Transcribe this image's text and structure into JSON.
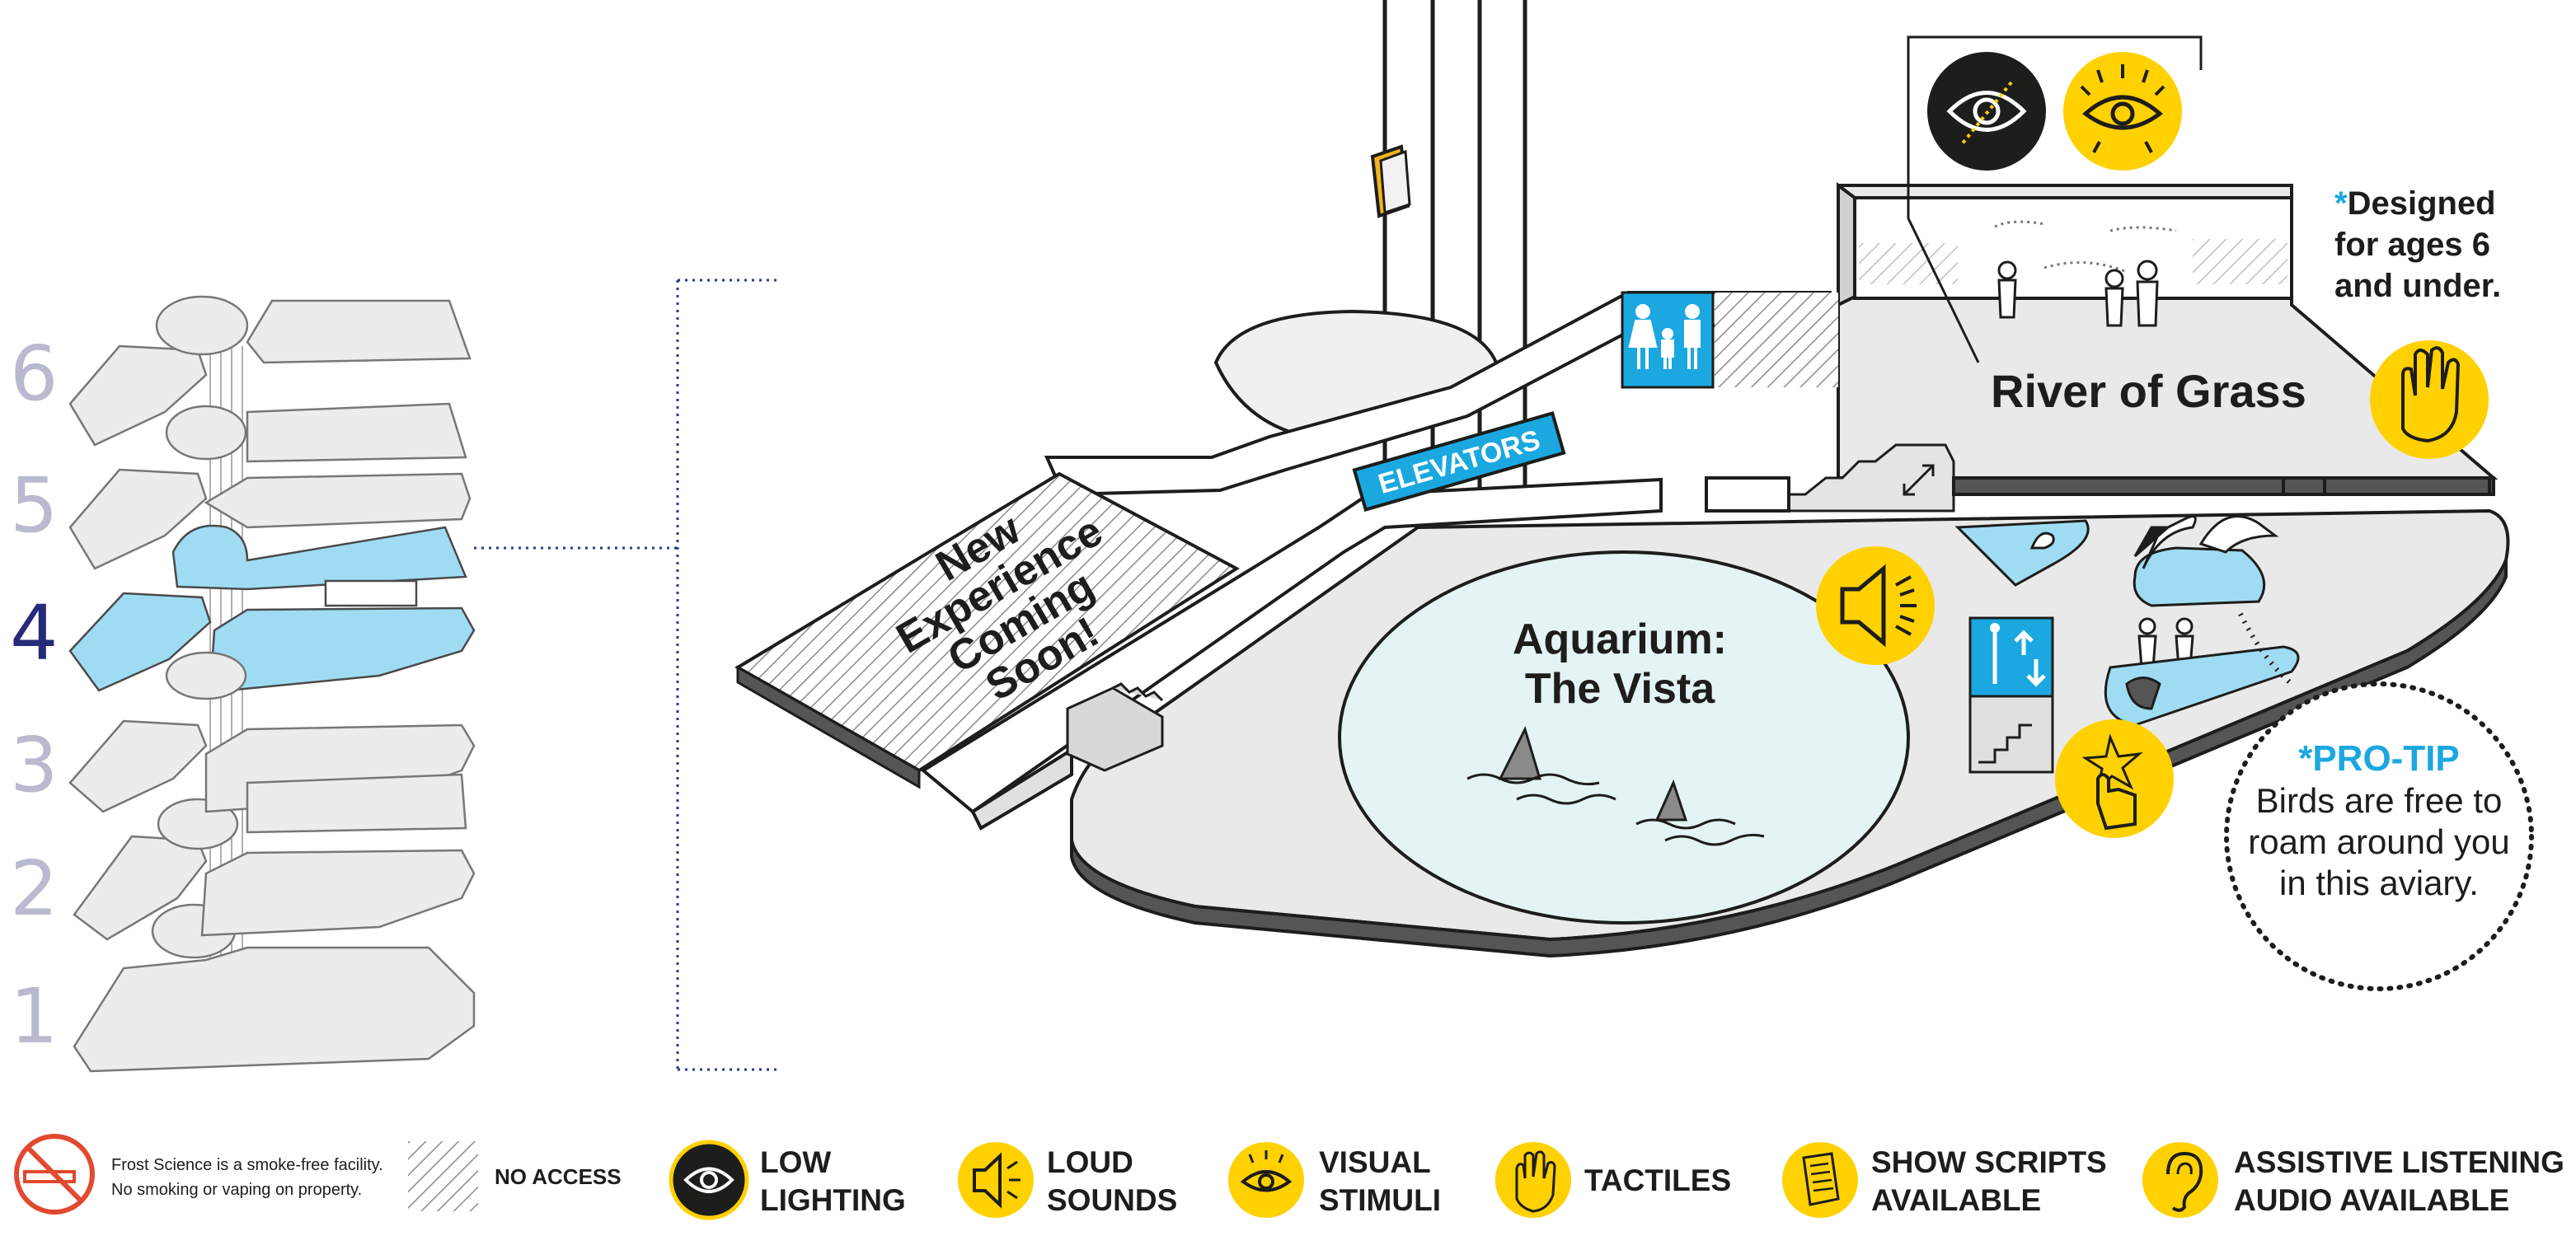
{
  "floors": {
    "levels": [
      "6",
      "5",
      "4",
      "3",
      "2",
      "1"
    ],
    "current": "4"
  },
  "map": {
    "areas": {
      "new_experience": "New Experience Coming Soon!",
      "elevators": "ELEVATORS",
      "river_of_grass": "River of Grass",
      "aquarium_line1": "Aquarium:",
      "aquarium_line2": "The Vista"
    },
    "notes": {
      "designed_asterisk": "*",
      "designed": "Designed for ages 6 and under.",
      "protip_asterisk": "*",
      "protip_title": "PRO-TIP",
      "protip_body": "Birds are free to roam around you in this aviary."
    }
  },
  "legend": {
    "smoke_line1": "Frost Science is a smoke-free facility.",
    "smoke_line2": "No smoking or vaping on property.",
    "no_access": "NO ACCESS",
    "items": [
      {
        "icon": "low-lighting-icon",
        "line1": "LOW",
        "line2": "LIGHTING"
      },
      {
        "icon": "loud-sounds-icon",
        "line1": "LOUD",
        "line2": "SOUNDS"
      },
      {
        "icon": "visual-stimuli-icon",
        "line1": "VISUAL",
        "line2": "STIMULI"
      },
      {
        "icon": "tactiles-icon",
        "line1": "TACTILES",
        "line2": ""
      },
      {
        "icon": "show-scripts-icon",
        "line1": "SHOW SCRIPTS",
        "line2": "AVAILABLE"
      },
      {
        "icon": "assistive-listening-icon",
        "line1": "ASSISTIVE LISTENING",
        "line2": "AUDIO AVAILABLE"
      }
    ]
  },
  "colors": {
    "yellow": "#ffd100",
    "cyan": "#1ba8e0",
    "light_blue": "#9fdcf3",
    "floor_gray": "#e9e9e9",
    "outline": "#3a3a3a",
    "navy": "#252a7a",
    "floor_num": "#b9b9cf",
    "no_smoking_red": "#e2492f"
  }
}
